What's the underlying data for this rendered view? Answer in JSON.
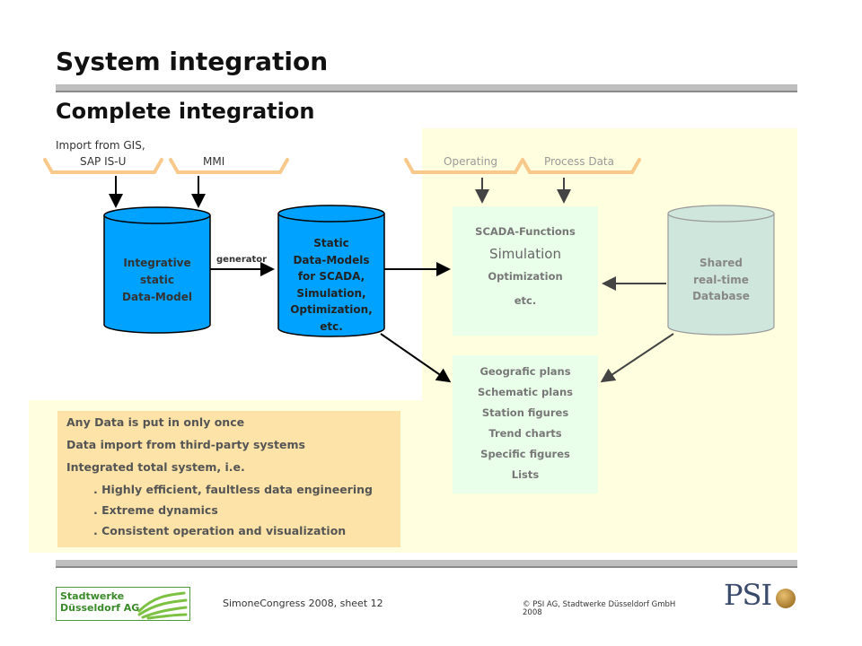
{
  "title": "System integration",
  "subtitle": "Complete integration",
  "inputs_left": {
    "import_line1": "Import from GIS,",
    "sap": "SAP IS-U",
    "mmi": "MMI"
  },
  "inputs_right": {
    "operating": "Operating",
    "process_data": "Process Data"
  },
  "cylinder_integrative": [
    "Integrative",
    "static",
    "Data-Model"
  ],
  "generator_label": "generator",
  "cylinder_static": [
    "Static",
    "Data-Models",
    "for SCADA,",
    "Simulation,",
    "Optimization,",
    "etc."
  ],
  "scada_box": {
    "line1": "SCADA-Functions",
    "line2": "Simulation",
    "line3": "Optimization",
    "line4": "etc."
  },
  "cylinder_shared": [
    "Shared",
    "real-time",
    "Database"
  ],
  "plans_box": [
    "Geografic plans",
    "Schematic plans",
    "Station figures",
    "Trend charts",
    "Specific figures",
    "Lists"
  ],
  "benefits": {
    "b1": "Any Data is put in only once",
    "b2": "Data import from third-party systems",
    "b3": "Integrated total system, i.e.",
    "b4": ". Highly efficient, faultless data engineering",
    "b5": ". Extreme dynamics",
    "b6": ". Consistent operation and visualization"
  },
  "footer": {
    "logo_line1": "Stadtwerke",
    "logo_line2": "Düsseldorf AG",
    "sheet": "SimoneCongress 2008, sheet 12",
    "copyright1": "© PSI AG, Stadtwerke Düsseldorf GmbH",
    "copyright2": "2008",
    "psi": "PSI"
  },
  "colors": {
    "cylinder_blue": "#00a2ff",
    "cylinder_teal": "#cfe6dc",
    "bracket_orange": "#f8c98a",
    "yellow_bg": "#ffffe0",
    "green_box": "#eaffea",
    "orange_box": "#fde3a8"
  }
}
